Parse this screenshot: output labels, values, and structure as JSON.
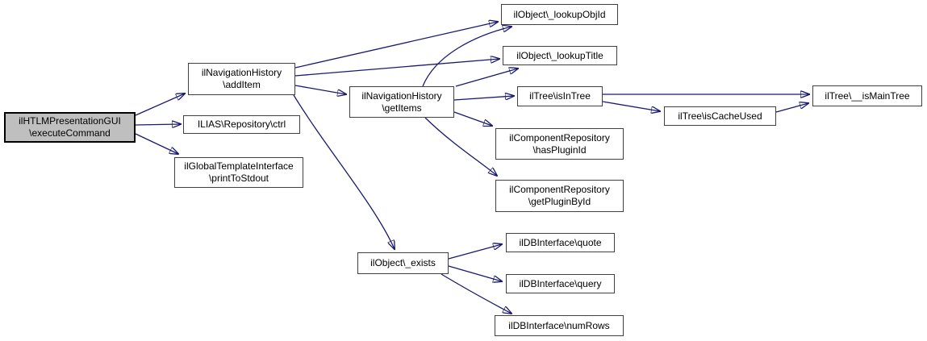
{
  "diagram": {
    "type": "doxygen-call-graph",
    "colors": {
      "edge": "#191970",
      "node_border": "#404040",
      "node_fill": "#ffffff",
      "highlight_fill": "#bfbfbf",
      "text": "#000000"
    },
    "nodes": [
      {
        "id": "executeCommand",
        "label": "ilHTLMPresentationGUI\n\\executeCommand",
        "highlighted": true
      },
      {
        "id": "addItem",
        "label": "ilNavigationHistory\n\\addItem",
        "highlighted": false
      },
      {
        "id": "ctrl",
        "label": "ILIAS\\Repository\\ctrl",
        "highlighted": false
      },
      {
        "id": "printToStdout",
        "label": "ilGlobalTemplateInterface\n\\printToStdout",
        "highlighted": false
      },
      {
        "id": "getItems",
        "label": "ilNavigationHistory\n\\getItems",
        "highlighted": false
      },
      {
        "id": "lookupObjId",
        "label": "ilObject\\_lookupObjId",
        "highlighted": false
      },
      {
        "id": "lookupTitle",
        "label": "ilObject\\_lookupTitle",
        "highlighted": false
      },
      {
        "id": "isInTree",
        "label": "ilTree\\isInTree",
        "highlighted": false
      },
      {
        "id": "isCacheUsed",
        "label": "ilTree\\isCacheUsed",
        "highlighted": false
      },
      {
        "id": "hasPluginId",
        "label": "ilComponentRepository\n\\hasPluginId",
        "highlighted": false
      },
      {
        "id": "getPluginById",
        "label": "ilComponentRepository\n\\getPluginById",
        "highlighted": false
      },
      {
        "id": "isMainTree",
        "label": "ilTree\\__isMainTree",
        "highlighted": false
      },
      {
        "id": "exists",
        "label": "ilObject\\_exists",
        "highlighted": false
      },
      {
        "id": "quote",
        "label": "ilDBInterface\\quote",
        "highlighted": false
      },
      {
        "id": "query",
        "label": "ilDBInterface\\query",
        "highlighted": false
      },
      {
        "id": "numRows",
        "label": "ilDBInterface\\numRows",
        "highlighted": false
      }
    ],
    "edges": [
      {
        "from": "executeCommand",
        "to": "addItem"
      },
      {
        "from": "executeCommand",
        "to": "ctrl"
      },
      {
        "from": "executeCommand",
        "to": "printToStdout"
      },
      {
        "from": "addItem",
        "to": "lookupObjId"
      },
      {
        "from": "addItem",
        "to": "lookupTitle"
      },
      {
        "from": "addItem",
        "to": "getItems"
      },
      {
        "from": "addItem",
        "to": "exists"
      },
      {
        "from": "getItems",
        "to": "lookupObjId"
      },
      {
        "from": "getItems",
        "to": "lookupTitle"
      },
      {
        "from": "getItems",
        "to": "isInTree"
      },
      {
        "from": "getItems",
        "to": "hasPluginId"
      },
      {
        "from": "getItems",
        "to": "getPluginById"
      },
      {
        "from": "isInTree",
        "to": "isMainTree"
      },
      {
        "from": "isInTree",
        "to": "isCacheUsed"
      },
      {
        "from": "isCacheUsed",
        "to": "isMainTree"
      },
      {
        "from": "exists",
        "to": "quote"
      },
      {
        "from": "exists",
        "to": "query"
      },
      {
        "from": "exists",
        "to": "numRows"
      }
    ]
  }
}
